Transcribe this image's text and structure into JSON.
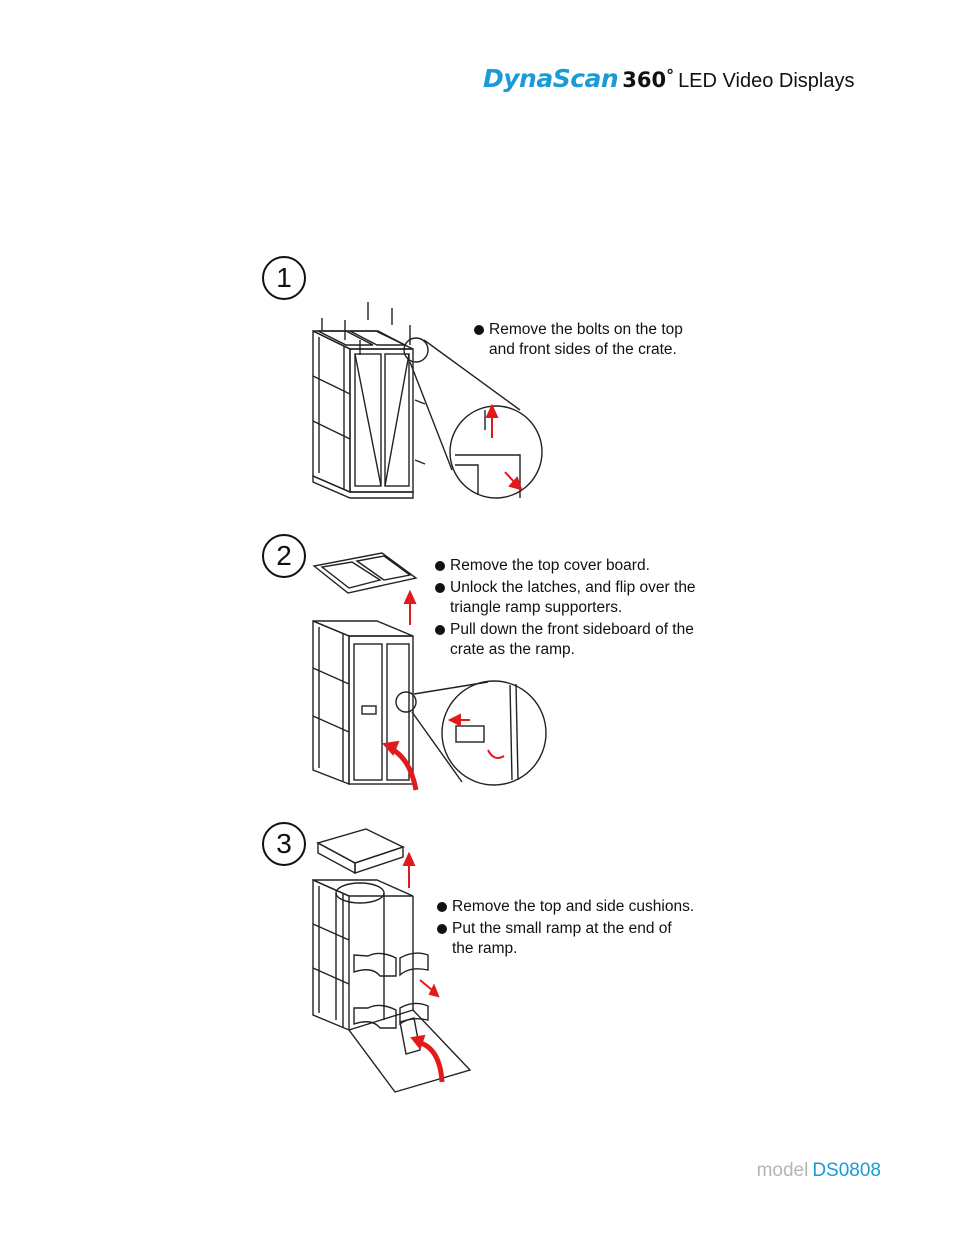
{
  "header": {
    "brand": "DynaScan",
    "brand_number": "360",
    "degree": "°",
    "subtitle": "LED Video Displays"
  },
  "steps": [
    {
      "number": "1",
      "instructions": [
        "Remove the bolts on the top and front sides of the crate."
      ]
    },
    {
      "number": "2",
      "instructions": [
        "Remove the top cover board.",
        "Unlock the latches, and flip over the triangle ramp supporters.",
        "Pull down the front sideboard of the crate as the ramp."
      ]
    },
    {
      "number": "3",
      "instructions": [
        "Remove the top and side cushions.",
        "Put the small ramp at the end of the ramp."
      ]
    }
  ],
  "footer": {
    "model_label": "model",
    "model_code": "DS0808"
  },
  "colors": {
    "brand": "#1a9ad6",
    "arrow": "#e11b1b",
    "footer_gray": "#b5b5b5"
  }
}
